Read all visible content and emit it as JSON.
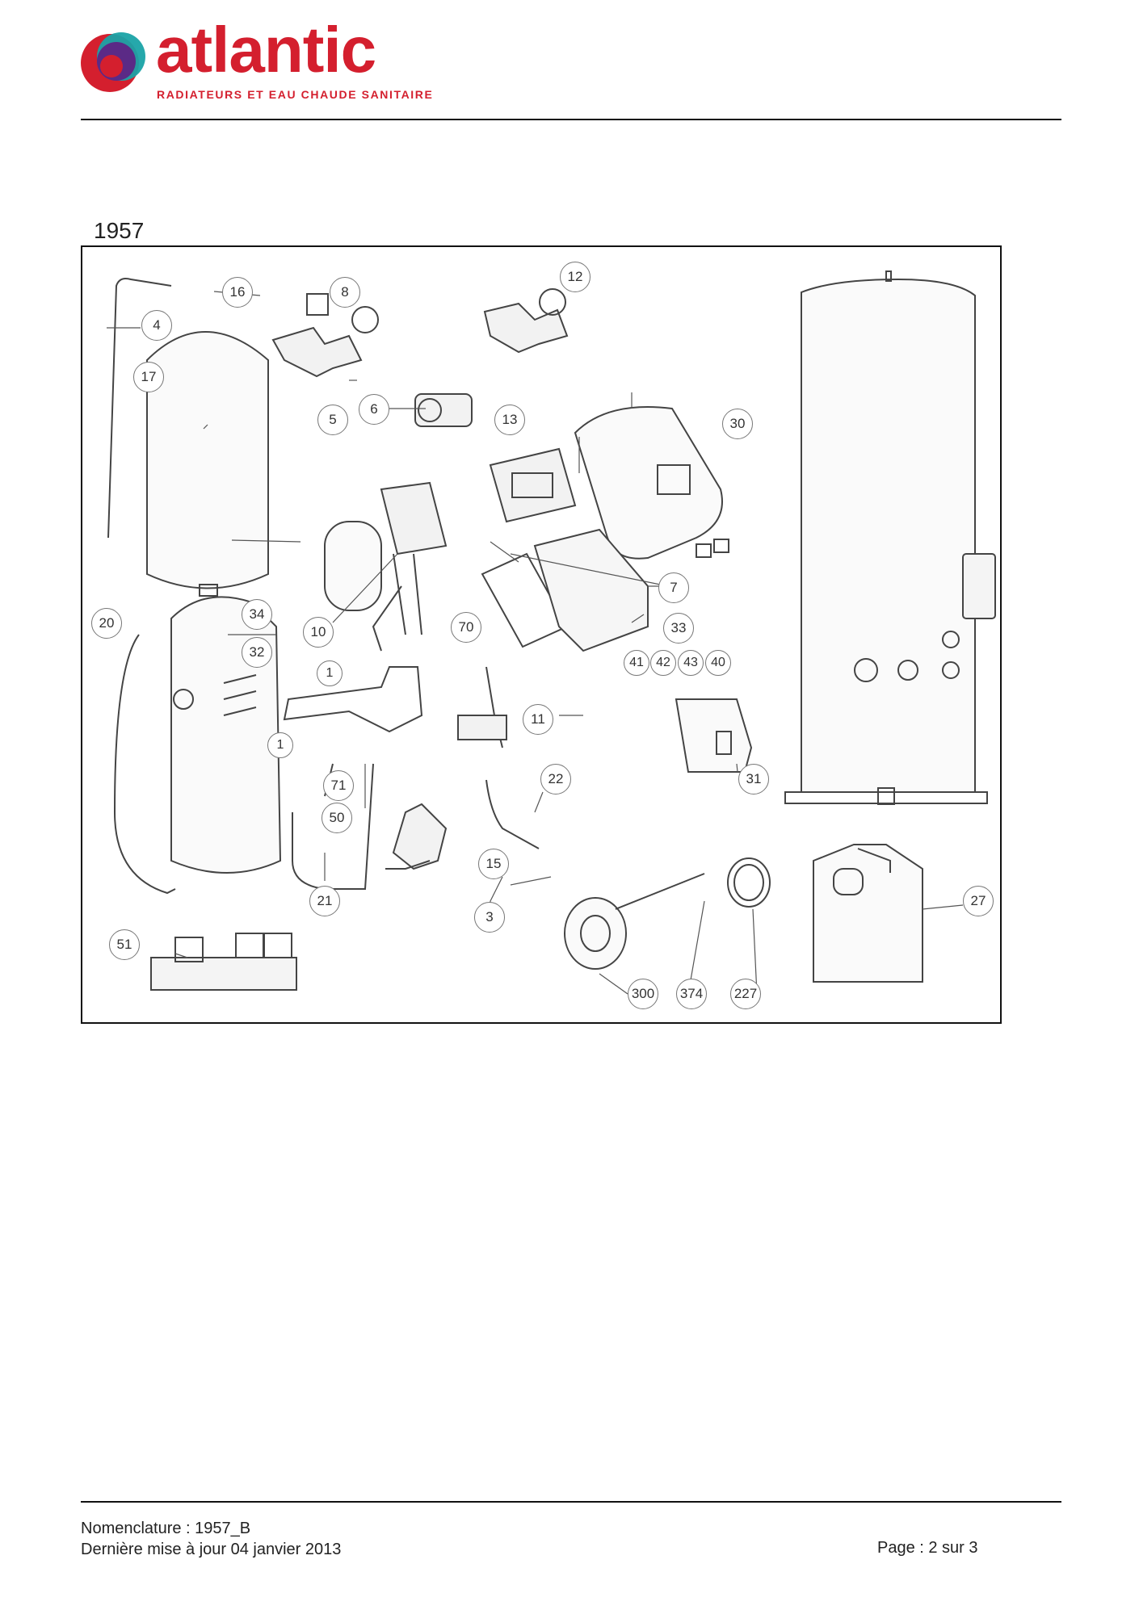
{
  "header": {
    "brand": "atlantic",
    "tagline": "RADIATEURS ET EAU CHAUDE SANITAIRE"
  },
  "document": {
    "id": "1957"
  },
  "diagram": {
    "callouts": [
      "4",
      "16",
      "8",
      "12",
      "17",
      "5",
      "6",
      "13",
      "30",
      "7",
      "20",
      "34",
      "32",
      "10",
      "70",
      "33",
      "41",
      "42",
      "43",
      "40",
      "1",
      "11",
      "31",
      "22",
      "71",
      "50",
      "15",
      "21",
      "3",
      "27",
      "51",
      "300",
      "374",
      "227"
    ],
    "callout_extra_1": "1"
  },
  "footer": {
    "nomenclature": "Nomenclature : 1957_B",
    "updated": "Dernière mise à jour 04 janvier 2013",
    "page": "Page : 2 sur 3"
  },
  "colors": {
    "brand_red": "#d41f2e",
    "logo_purple": "#5b2a86",
    "logo_teal": "#1aa3a6"
  }
}
